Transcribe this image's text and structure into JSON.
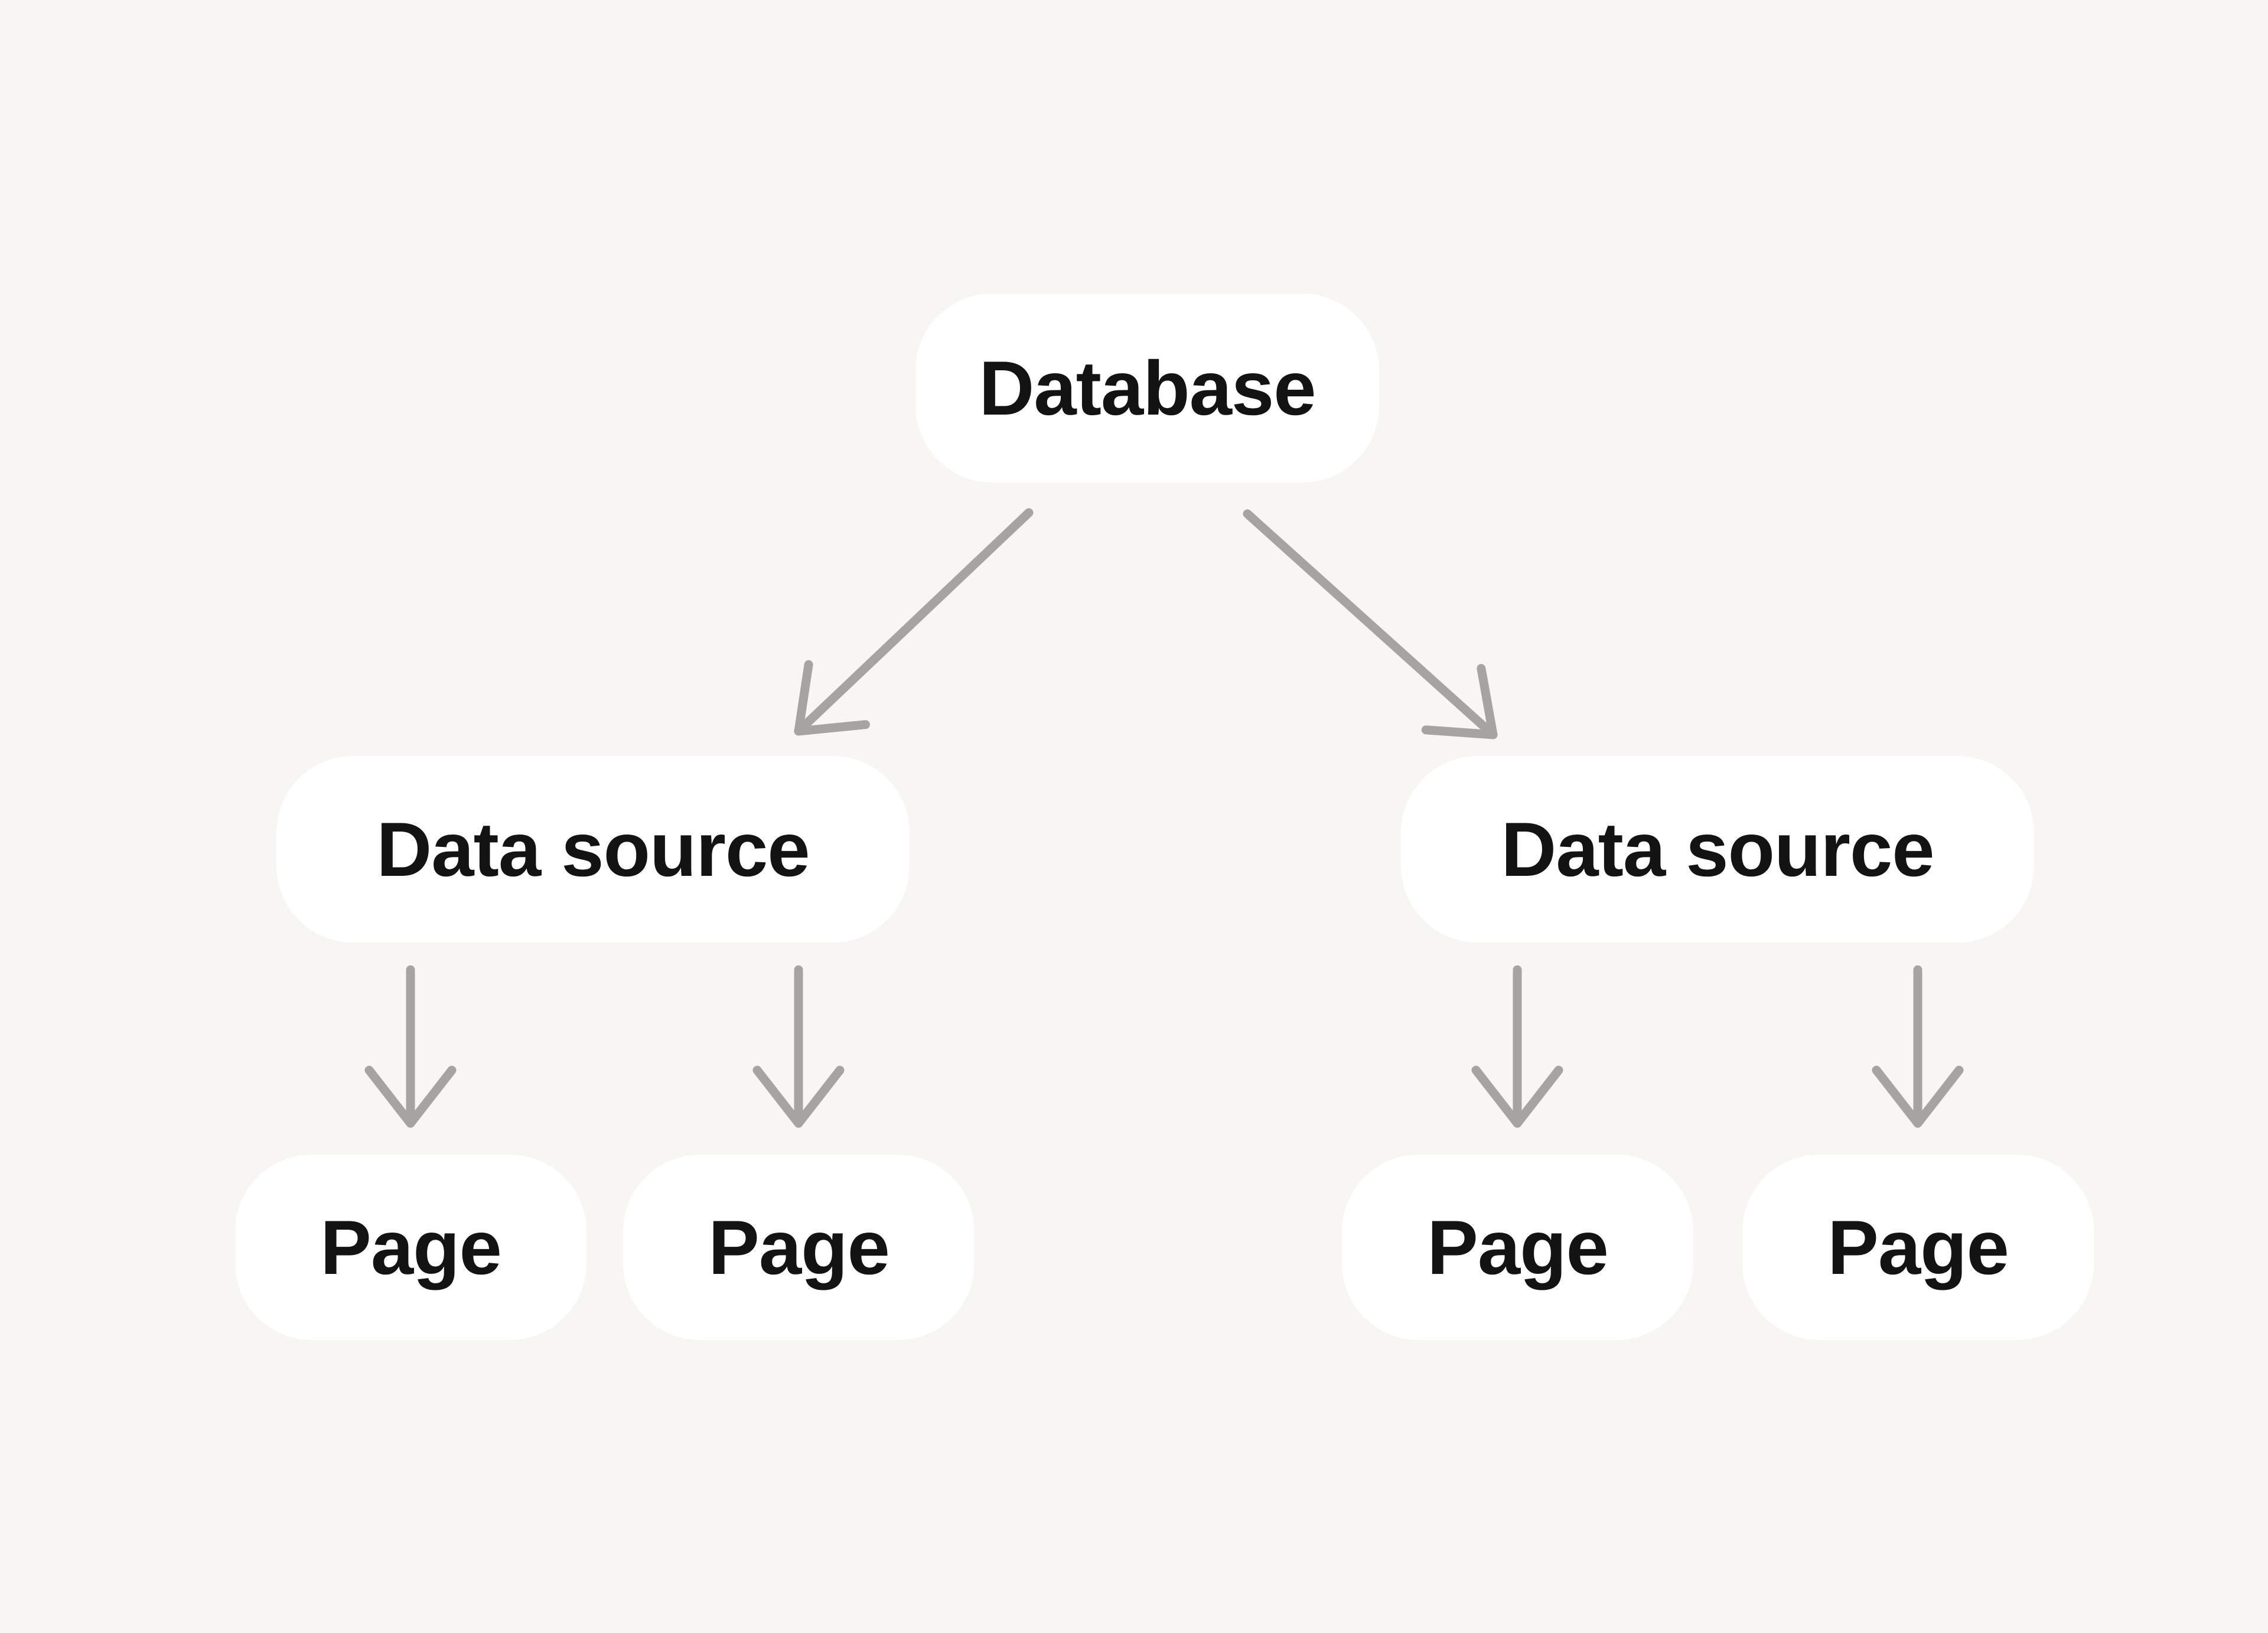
{
  "diagram": {
    "description": "Tree diagram: one Database linked to two Data sources, each linked to two Pages",
    "colors": {
      "background": "#F7F6F3",
      "node_fill": "#FFFFFF",
      "node_text": "#131313",
      "arrow": "#A5A4A1"
    },
    "nodes": {
      "database": {
        "label": "Database"
      },
      "data_source_left": {
        "label": "Data source"
      },
      "data_source_right": {
        "label": "Data source"
      },
      "page_1": {
        "label": "Page"
      },
      "page_2": {
        "label": "Page"
      },
      "page_3": {
        "label": "Page"
      },
      "page_4": {
        "label": "Page"
      }
    },
    "edges": [
      {
        "from": "database",
        "to": "data_source_left"
      },
      {
        "from": "database",
        "to": "data_source_right"
      },
      {
        "from": "data_source_left",
        "to": "page_1"
      },
      {
        "from": "data_source_left",
        "to": "page_2"
      },
      {
        "from": "data_source_right",
        "to": "page_3"
      },
      {
        "from": "data_source_right",
        "to": "page_4"
      }
    ]
  }
}
